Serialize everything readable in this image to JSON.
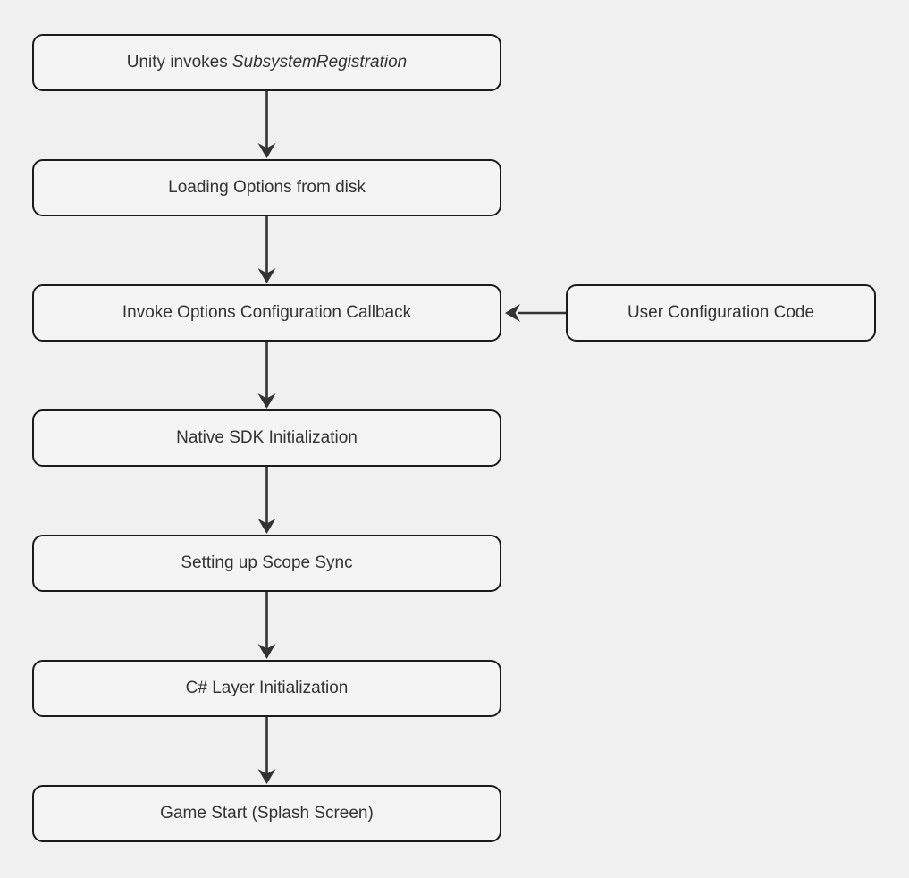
{
  "diagram": {
    "type": "flowchart",
    "direction": "top-down",
    "colors": {
      "background": "#f0f0f0",
      "node_fill": "#f4f4f4",
      "node_stroke": "#1b1b1b",
      "edge_color": "#333333",
      "text_color": "#333333"
    },
    "nodes": [
      {
        "id": "unity-invokes",
        "label_prefix": "Unity invokes",
        "label_italic": "SubsystemRegistration"
      },
      {
        "id": "loading-options",
        "label": "Loading Options from disk"
      },
      {
        "id": "invoke-callback",
        "label": "Invoke Options Configuration Callback"
      },
      {
        "id": "user-config",
        "label": "User Configuration Code"
      },
      {
        "id": "native-sdk",
        "label": "Native SDK Initialization"
      },
      {
        "id": "scope-sync",
        "label": "Setting up Scope Sync"
      },
      {
        "id": "csharp-layer",
        "label": "C# Layer Initialization"
      },
      {
        "id": "game-start",
        "label": "Game Start (Splash Screen)"
      }
    ],
    "edges": [
      {
        "from": "unity-invokes",
        "to": "invoke-callback-chain-1",
        "note": "Unity invokes SubsystemRegistration -> Loading Options from disk"
      },
      {
        "from": "loading-options",
        "to": "invoke-callback"
      },
      {
        "from": "user-config",
        "to": "invoke-callback"
      },
      {
        "from": "invoke-callback",
        "to": "native-sdk"
      },
      {
        "from": "native-sdk",
        "to": "scope-sync"
      },
      {
        "from": "scope-sync",
        "to": "csharp-layer"
      },
      {
        "from": "csharp-layer",
        "to": "game-start"
      }
    ]
  }
}
